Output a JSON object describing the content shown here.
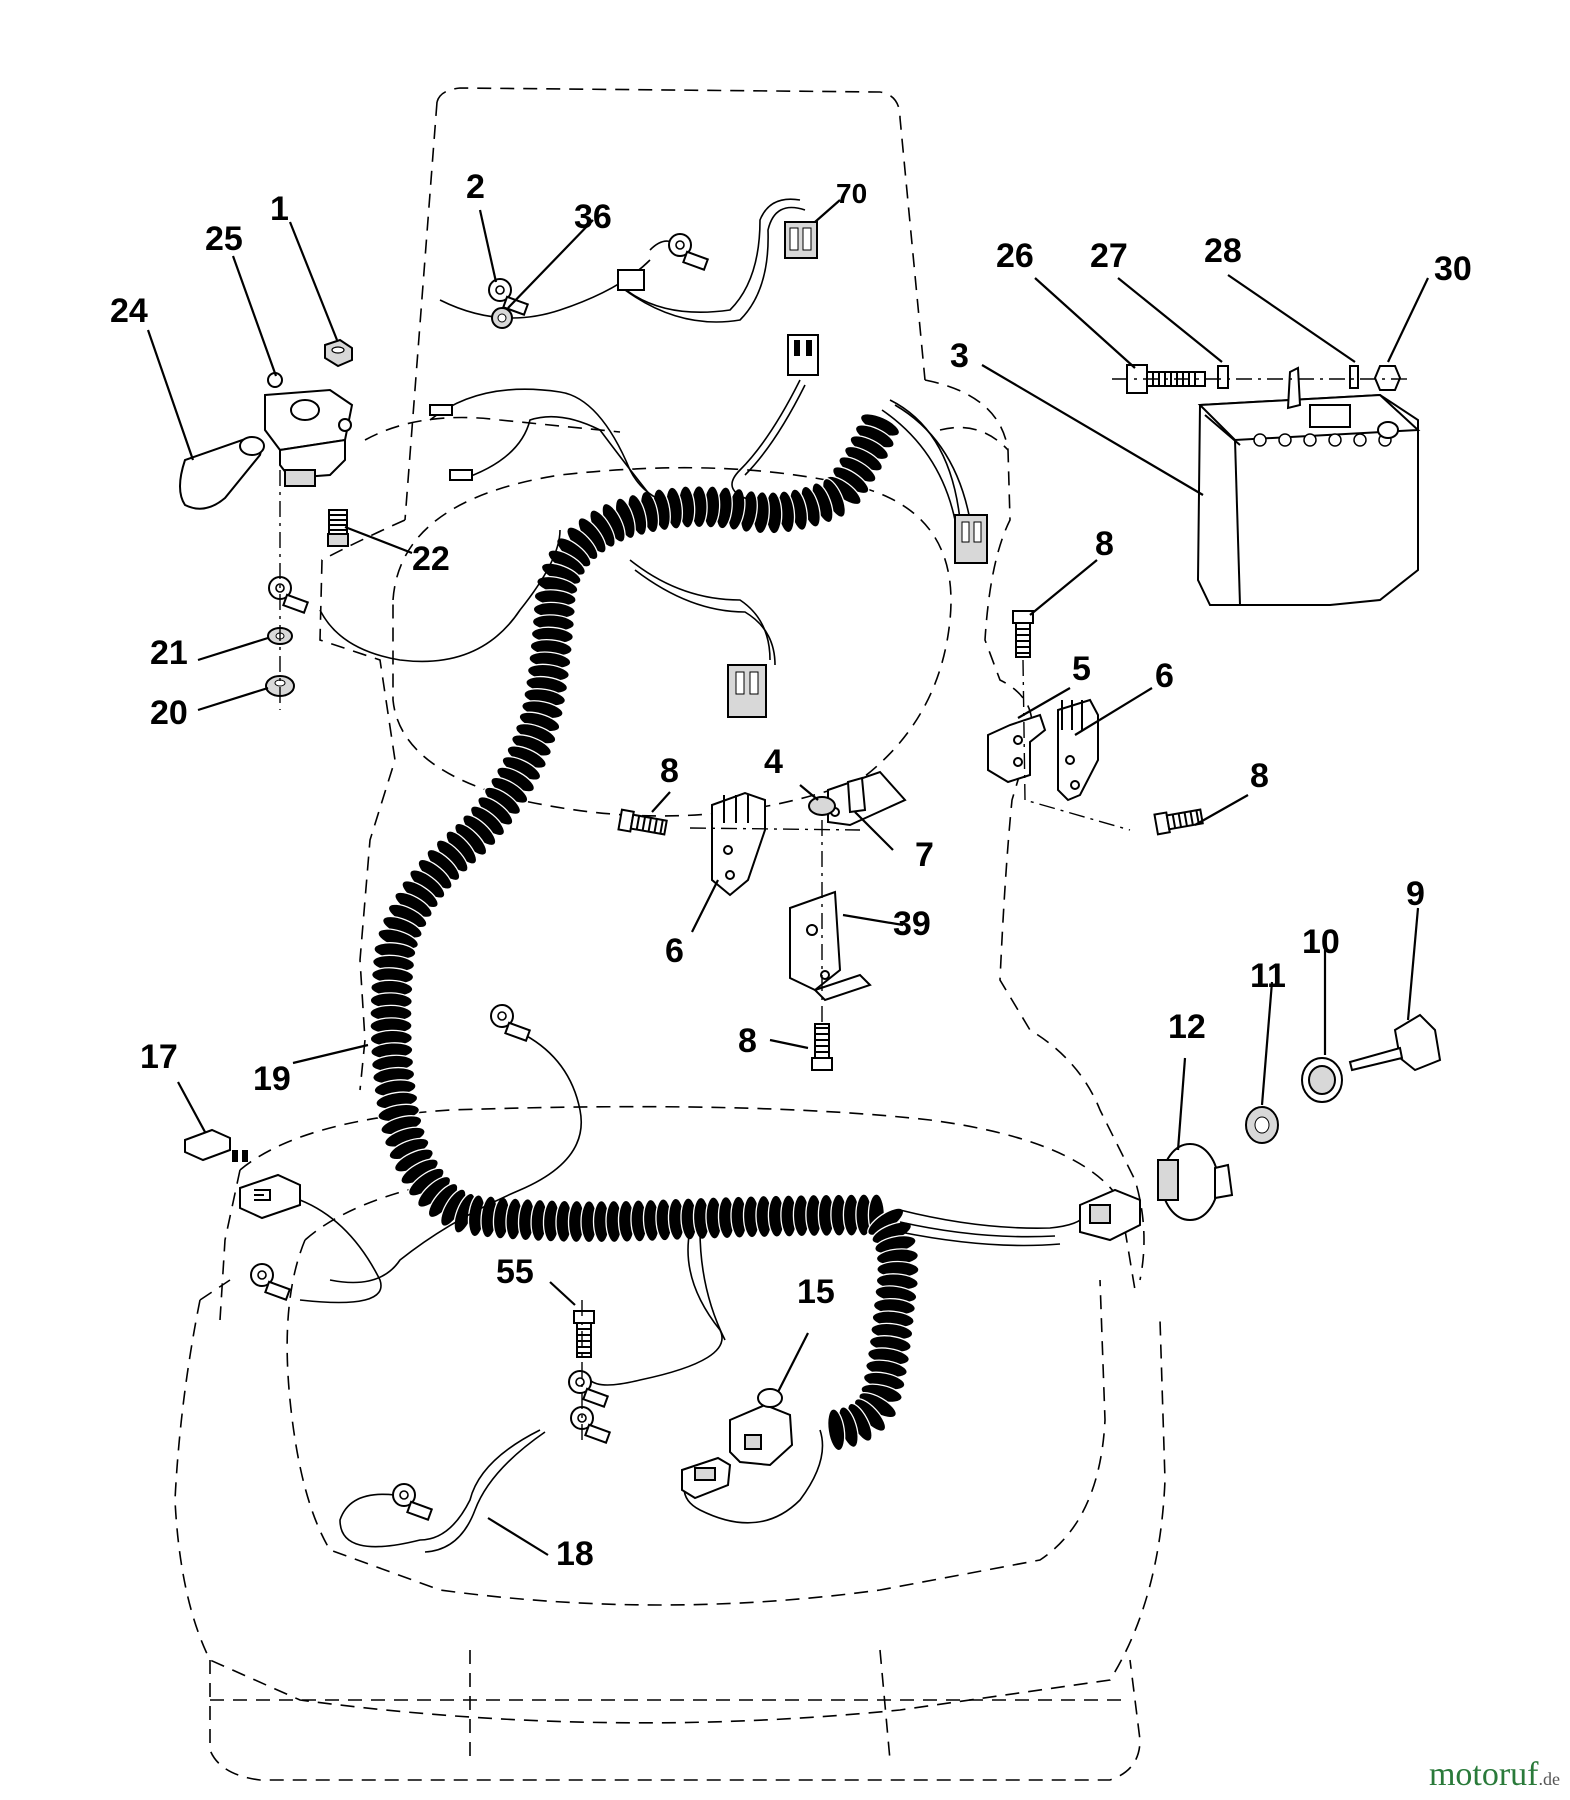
{
  "callouts": [
    {
      "id": "1",
      "label": "1"
    },
    {
      "id": "2",
      "label": "2"
    },
    {
      "id": "36",
      "label": "36"
    },
    {
      "id": "70",
      "label": "70"
    },
    {
      "id": "25",
      "label": "25"
    },
    {
      "id": "24",
      "label": "24"
    },
    {
      "id": "26",
      "label": "26"
    },
    {
      "id": "27",
      "label": "27"
    },
    {
      "id": "28",
      "label": "28"
    },
    {
      "id": "30",
      "label": "30"
    },
    {
      "id": "3",
      "label": "3"
    },
    {
      "id": "22",
      "label": "22"
    },
    {
      "id": "21",
      "label": "21"
    },
    {
      "id": "20",
      "label": "20"
    },
    {
      "id": "8a",
      "label": "8"
    },
    {
      "id": "5",
      "label": "5"
    },
    {
      "id": "6a",
      "label": "6"
    },
    {
      "id": "8b",
      "label": "8"
    },
    {
      "id": "4",
      "label": "4"
    },
    {
      "id": "8c",
      "label": "8"
    },
    {
      "id": "7",
      "label": "7"
    },
    {
      "id": "39",
      "label": "39"
    },
    {
      "id": "6b",
      "label": "6"
    },
    {
      "id": "8d",
      "label": "8"
    },
    {
      "id": "9",
      "label": "9"
    },
    {
      "id": "10",
      "label": "10"
    },
    {
      "id": "11",
      "label": "11"
    },
    {
      "id": "12",
      "label": "12"
    },
    {
      "id": "17",
      "label": "17"
    },
    {
      "id": "19",
      "label": "19"
    },
    {
      "id": "55",
      "label": "55"
    },
    {
      "id": "15",
      "label": "15"
    },
    {
      "id": "18",
      "label": "18"
    }
  ],
  "watermark": {
    "brand": "motoruf",
    "tld": ".de"
  }
}
